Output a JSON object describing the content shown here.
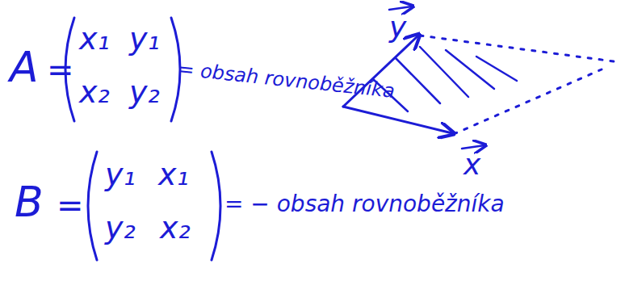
{
  "diagram": {
    "labels": [
      "A",
      "=",
      "x₁",
      "y₁",
      "x₂",
      "y₂",
      "= obsah rovnoběžníka",
      "B",
      "=",
      "y₁",
      "x₁",
      "y₂",
      "x₂",
      "= − obsah rovnoběžníka",
      "y",
      "x"
    ]
  }
}
